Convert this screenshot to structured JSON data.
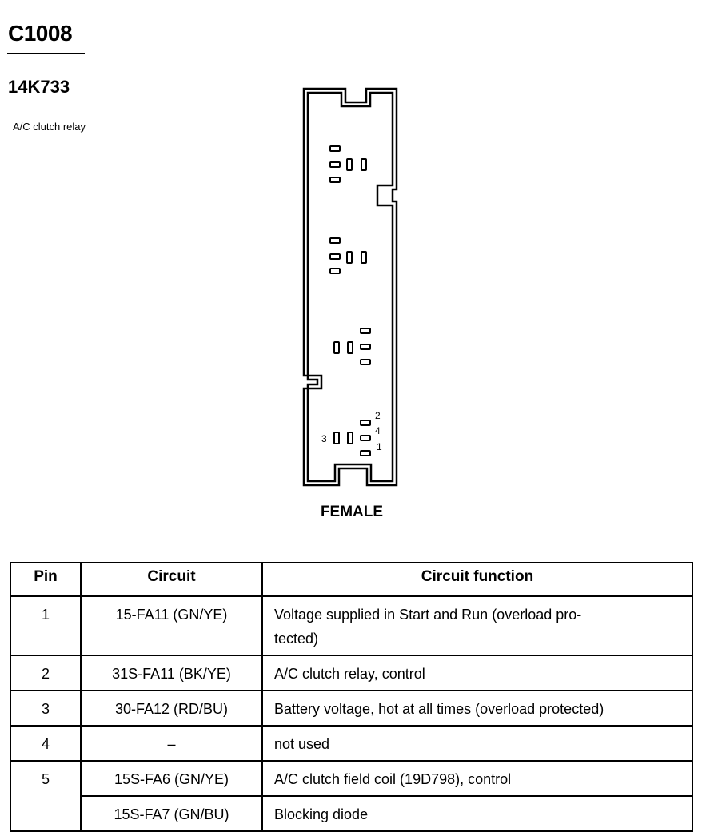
{
  "connector": {
    "id": "C1008",
    "part_number": "14K733",
    "description": "A/C clutch relay",
    "gender": "FEMALE",
    "pin_labels": [
      "2",
      "4",
      "3",
      "1"
    ]
  },
  "table": {
    "headers": [
      "Pin",
      "Circuit",
      "Circuit function"
    ],
    "rows": [
      {
        "pin": "1",
        "circuit": "15-FA11 (GN/YE)",
        "function_line1": "Voltage supplied in Start and Run (overload pro-",
        "function_line2": "tected)"
      },
      {
        "pin": "2",
        "circuit": "31S-FA11 (BK/YE)",
        "function": "A/C clutch relay, control"
      },
      {
        "pin": "3",
        "circuit": "30-FA12 (RD/BU)",
        "function": "Battery voltage, hot at all times (overload protected)"
      },
      {
        "pin": "4",
        "circuit": "–",
        "function": "not used"
      },
      {
        "pin": "5",
        "circuit": "15S-FA6 (GN/YE)",
        "function": "A/C clutch field coil (19D798), control"
      },
      {
        "pin": "",
        "circuit": "15S-FA7 (GN/BU)",
        "function": "Blocking diode"
      }
    ]
  }
}
